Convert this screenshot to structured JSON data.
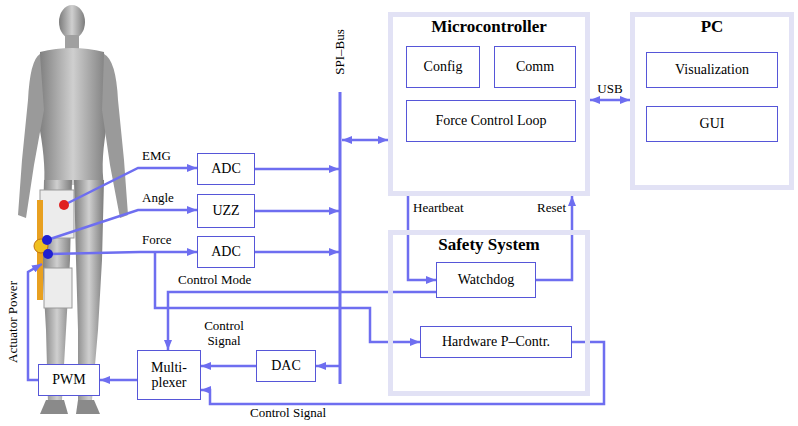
{
  "diagram": {
    "nodes": [
      {
        "text": [
          "Microcontroller"
        ]
      },
      {
        "text": [
          "Config"
        ],
        "in": 0
      },
      {
        "text": [
          "Comm"
        ],
        "in": 0
      },
      {
        "text": [
          "Force Control Loop"
        ],
        "in": 0
      },
      {
        "text": [
          "PC"
        ]
      },
      {
        "text": [
          "Visualization"
        ],
        "in": 4
      },
      {
        "text": [
          "GUI"
        ],
        "in": 4
      },
      {
        "text": [
          "ADC"
        ]
      },
      {
        "text": [
          "UZZ"
        ]
      },
      {
        "text": [
          "ADC"
        ]
      },
      {
        "text": [
          "Safety System"
        ]
      },
      {
        "text": [
          "Watchdog"
        ],
        "in": 10
      },
      {
        "text": [
          "Hardware P–Contr."
        ],
        "in": 10
      },
      {
        "text": [
          "DAC"
        ]
      },
      {
        "text": [
          "Multi- plexer"
        ]
      },
      {
        "text": [
          "PWM"
        ]
      }
    ],
    "edges": [
      {
        "from": 0,
        "to": 4,
        "label": "USB",
        "arrow": "both"
      },
      {
        "from": 0,
        "to": 11,
        "label": "Heartbeat",
        "arrow": "to"
      },
      {
        "from": 11,
        "to": 0,
        "label": "Reset",
        "arrow": "to"
      },
      {
        "from": 11,
        "to": 14,
        "label": "Control Mode",
        "arrow": "to"
      },
      {
        "from": 13,
        "to": 14,
        "label": "Control Signal",
        "arrow": "to"
      },
      {
        "from": 12,
        "to": 14,
        "label": "Control Signal",
        "arrow": "to"
      },
      {
        "from": 14,
        "to": 15,
        "arrow": "to"
      }
    ],
    "labels": [
      "SPI–Bus",
      "EMG",
      "Angle",
      "Force",
      "Actuator Power"
    ]
  }
}
